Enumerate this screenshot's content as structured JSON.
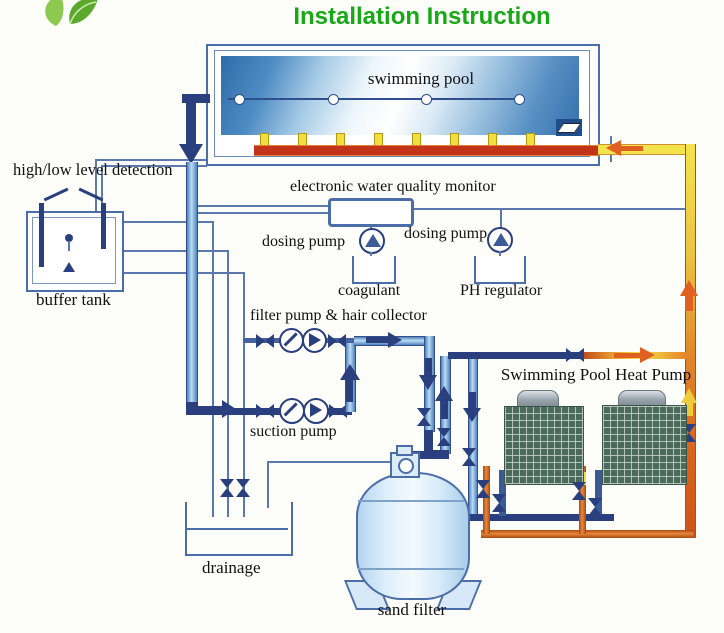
{
  "title": "Installation Instruction",
  "labels": {
    "pool": "swimming pool",
    "level_detection": "high/low level detection",
    "buffer_tank": "buffer tank",
    "monitor": "electronic water quality monitor",
    "dosing_pump_left": "dosing pump",
    "dosing_pump_right": "dosing pump",
    "coagulant": "coagulant",
    "ph_regulator": "PH regulator",
    "filter_pump": "filter pump & hair collector",
    "suction_pump": "suction pump",
    "heat_pump": "Swimming Pool Heat Pump",
    "drainage": "drainage",
    "sand_filter": "sand filter"
  },
  "colors": {
    "title_green": "#18a818",
    "pipe_dark_blue": "#2a3f7d",
    "pipe_light_blue": "#8fc0e8",
    "pipe_orange": "#d2601e",
    "pipe_yellow": "#f2e23c",
    "pool_return_red": "#c23418",
    "heat_pump_coil_green": "#4b6a5c",
    "diagram_line_blue": "#5b79ad"
  }
}
